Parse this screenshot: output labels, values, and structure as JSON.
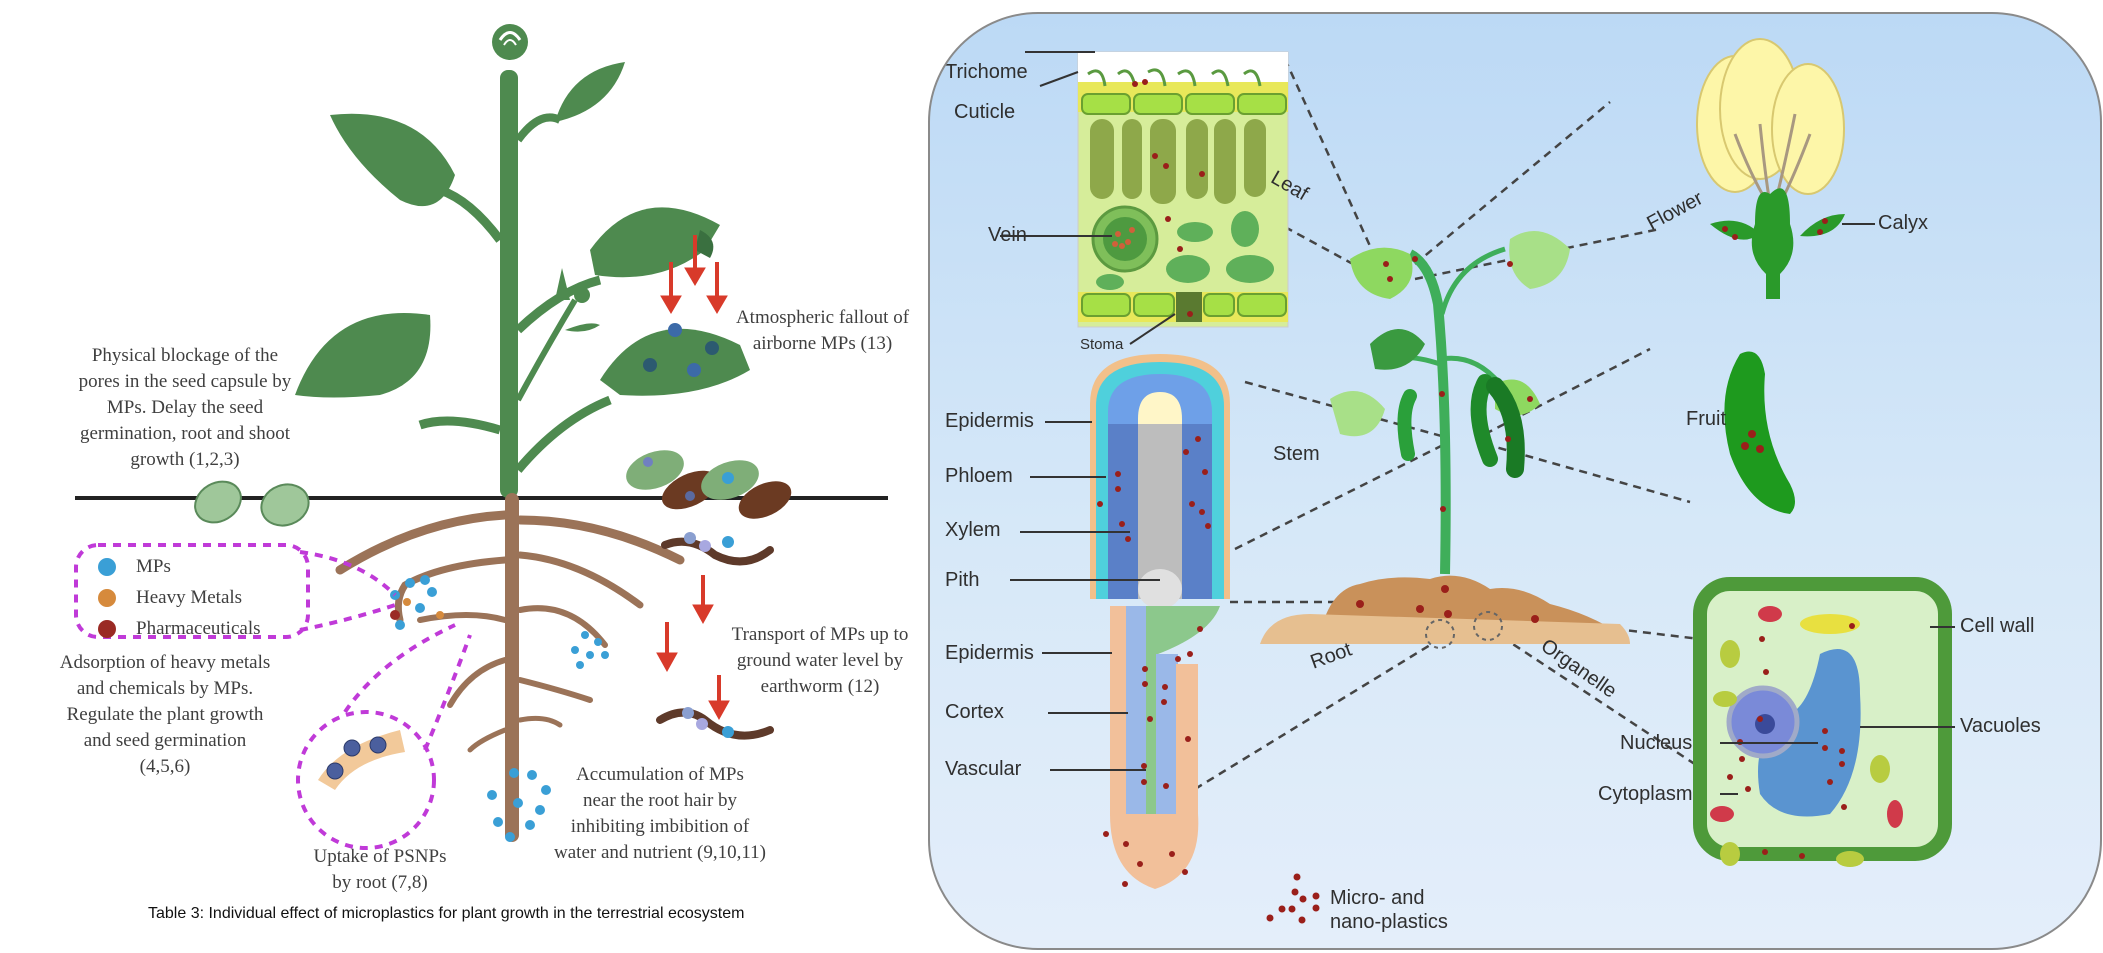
{
  "left_figure": {
    "annotations": {
      "seed_blockage": [
        "Physical blockage of the",
        "pores in the seed capsule by",
        "MPs. Delay the seed",
        "germination, root and shoot",
        "growth (1,2,3)"
      ],
      "atmospheric_fallout": [
        "Atmospheric fallout of",
        "airborne MPs (13)"
      ],
      "adsorption": [
        "Adsorption of heavy metals",
        "and chemicals by MPs.",
        "Regulate the plant growth",
        "and seed germination",
        "(4,5,6)"
      ],
      "transport_earthworm": [
        "Transport of MPs up to",
        "ground water level by",
        "earthworm (12)"
      ],
      "uptake_psnps": [
        "Uptake of PSNPs",
        "by root (7,8)"
      ],
      "root_hair_accumulation": [
        "Accumulation of MPs",
        "near the root hair by",
        "inhibiting imbibition of",
        "water and nutrient (9,10,11)"
      ]
    },
    "legend": [
      {
        "label": "MPs",
        "color": "#3a9fd6"
      },
      {
        "label": "Heavy Metals",
        "color": "#d68a3c"
      },
      {
        "label": "Pharmaceuticals",
        "color": "#9a2a24"
      }
    ],
    "caption": "Table 3: Individual effect of microplastics for plant growth in the terrestrial ecosystem"
  },
  "right_figure": {
    "leaf_section_labels": {
      "trichome": "Trichome",
      "cuticle": "Cuticle",
      "vein": "Vein",
      "stoma": "Stoma"
    },
    "stem_section_labels": {
      "epidermis": "Epidermis",
      "phloem": "Phloem",
      "xylem": "Xylem",
      "pith": "Pith"
    },
    "root_section_labels": {
      "epidermis": "Epidermis",
      "cortex": "Cortex",
      "vascular": "Vascular"
    },
    "organ_labels": {
      "leaf": "Leaf",
      "flower": "Flower",
      "stem": "Stem",
      "fruit": "Fruit",
      "root": "Root",
      "organelle": "Organelle"
    },
    "flower_labels": {
      "calyx": "Calyx"
    },
    "cell_labels": {
      "cell_wall": "Cell wall",
      "vacuoles": "Vacuoles",
      "nucleus": "Nucleus",
      "cytoplasm": "Cytoplasm"
    },
    "legend": {
      "line1": "Micro- and",
      "line2": "nano-plastics",
      "color": "#9a1f1a"
    }
  },
  "colors": {
    "plant_green": "#4e8a4f",
    "root_brown": "#9b7358",
    "arrow_red": "#d83a2a",
    "dashed_magenta": "#c03ad8",
    "mp_blue": "#3a9fd6",
    "particle_red": "#9a1f1a"
  }
}
